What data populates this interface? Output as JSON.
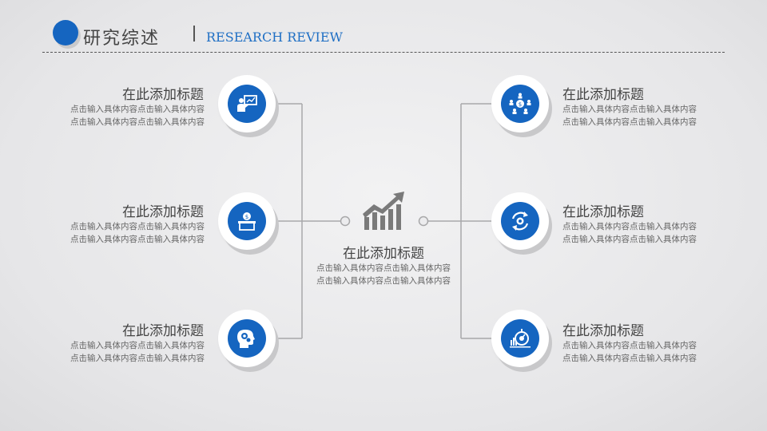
{
  "header": {
    "title": "研究综述",
    "subtitle": "RESEARCH REVIEW"
  },
  "colors": {
    "accent": "#1565c0",
    "line": "#a8a8aa",
    "icon_gray": "#7a7a7a"
  },
  "center": {
    "icon": "growth-chart-icon",
    "title": "在此添加标题",
    "desc": "点击输入具体内容点击输入具体内容点击输入具体内容点击输入具体内容"
  },
  "left_items": [
    {
      "icon": "presenter-board-icon",
      "title": "在此添加标题",
      "desc": "点击输入具体内容点击输入具体内容点击输入具体内容点击输入具体内容"
    },
    {
      "icon": "money-box-icon",
      "title": "在此添加标题",
      "desc": "点击输入具体内容点击输入具体内容点击输入具体内容点击输入具体内容"
    },
    {
      "icon": "head-gears-icon",
      "title": "在此添加标题",
      "desc": "点击输入具体内容点击输入具体内容点击输入具体内容点击输入具体内容"
    }
  ],
  "right_items": [
    {
      "icon": "team-money-icon",
      "title": "在此添加标题",
      "desc": "点击输入具体内容点击输入具体内容点击输入具体内容点击输入具体内容"
    },
    {
      "icon": "cycle-arrows-icon",
      "title": "在此添加标题",
      "desc": "点击输入具体内容点击输入具体内容点击输入具体内容点击输入具体内容"
    },
    {
      "icon": "dashboard-icon",
      "title": "在此添加标题",
      "desc": "点击输入具体内容点击输入具体内容点击输入具体内容点击输入具体内容"
    }
  ]
}
